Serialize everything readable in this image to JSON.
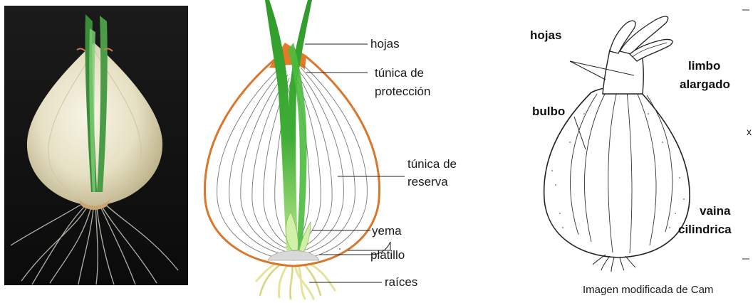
{
  "diagram": {
    "labels": {
      "hojas": "hojas",
      "tunica_proteccion_1": "túnica de",
      "tunica_proteccion_2": "protección",
      "tunica_reserva_1": "túnica de",
      "tunica_reserva_2": "reserva",
      "yema": "yema",
      "platillo": "platillo",
      "raices": "raíces"
    },
    "colors": {
      "outer_tunic": "#d9772c",
      "leaf_dark": "#2f9a2c",
      "leaf_light": "#9fdc6a",
      "roots": "#e6e39a",
      "plate": "#d8d8d8"
    }
  },
  "sketch": {
    "labels": {
      "hojas": "hojas",
      "limbo_1": "limbo",
      "limbo_2": "alargado",
      "bulbo": "bulbo",
      "vaina_1": "vaina",
      "vaina_2": "cilindrica"
    },
    "caption": "Imagen modificada de  Cam"
  }
}
